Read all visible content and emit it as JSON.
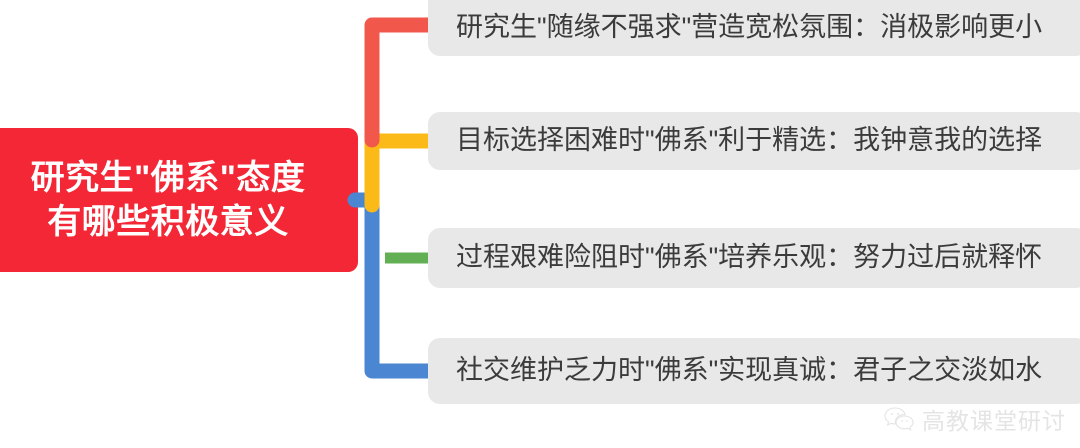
{
  "mindmap": {
    "root": {
      "lines": [
        "研究生\"佛系\"态度",
        "有哪些积极意义"
      ],
      "color": "#F32735",
      "text_color": "#FFFFFF"
    },
    "branches": [
      {
        "label": "研究生\"随缘不强求\"营造宽松氛围：消极影响更小",
        "connector_color": "#F2574B",
        "box_color": "#E8E8E8"
      },
      {
        "label": "目标选择困难时\"佛系\"利于精选：我钟意我的选择",
        "connector_color": "#FBBA18",
        "box_color": "#E8E8E8"
      },
      {
        "label": "过程艰难险阻时\"佛系\"培养乐观：努力过后就释怀",
        "connector_color": "#63AF54",
        "box_color": "#E8E8E8"
      },
      {
        "label": "社交维护乏力时\"佛系\"实现真诚：君子之交淡如水",
        "connector_color": "#4A86D1",
        "box_color": "#E8E8E8"
      }
    ]
  },
  "watermark": {
    "text": "高教课堂研讨",
    "icon": "wechat-icon",
    "color": "#CFCFCF"
  }
}
